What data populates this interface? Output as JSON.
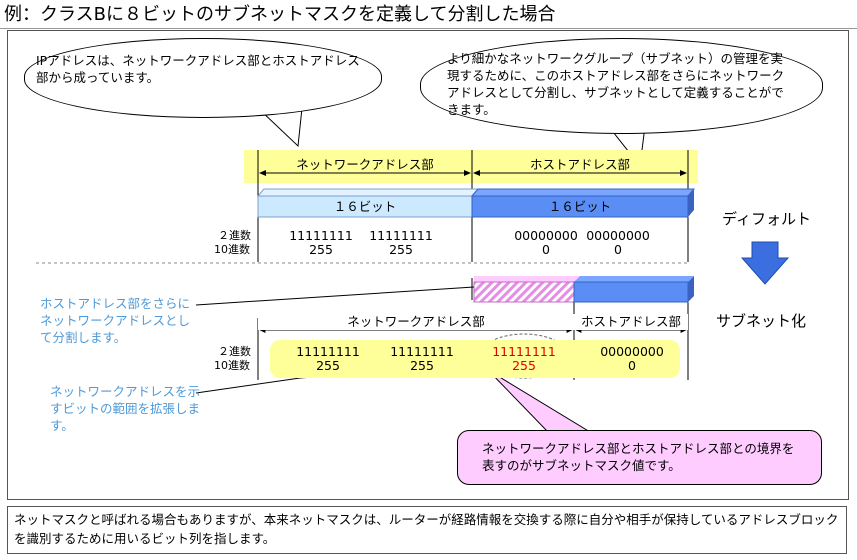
{
  "title": "例：クラスBに８ビットのサブネットマスクを定義して分割した場合",
  "bubble_left": "IPアドレスは、ネットワークアドレス部とホストアドレス部から成っています。",
  "bubble_right": "より細かなネットワークグループ（サブネット）の管理を実現するために、このホストアドレス部をさらにネットワークアドレスとして分割し、サブネットとして定義することができます。",
  "default_section": {
    "network_label": "ネットワークアドレス部",
    "host_label": "ホストアドレス部",
    "network_bits": "１６ビット",
    "host_bits": "１６ビット",
    "row_binary_label": "２進数",
    "row_decimal_label": "10進数",
    "binary": [
      "11111111",
      "11111111",
      "00000000",
      "00000000"
    ],
    "decimal": [
      "255",
      "255",
      "0",
      "0"
    ],
    "side_label": "ディフォルト"
  },
  "subnet_section": {
    "network_label": "ネットワークアドレス部",
    "host_label": "ホストアドレス部",
    "row_binary_label": "２進数",
    "row_decimal_label": "10進数",
    "binary": [
      "11111111",
      "11111111",
      "11111111",
      "00000000"
    ],
    "decimal": [
      "255",
      "255",
      "255",
      "0"
    ],
    "side_label": "サブネット化"
  },
  "note_host_split": "ホストアドレス部をさらにネットワークアドレスとして分割します。",
  "note_extend": "ネットワークアドレスを示すビットの範囲を拡張します。",
  "bubble_pink": "ネットワークアドレス部とホストアドレス部との境界を表すのがサブネットマスク値です。",
  "footer": "ネットマスクと呼ばれる場合もありますが、本来ネットマスクは、ルーターが経路情報を交換する際に自分や相手が保持しているアドレスブロックを識別するために用いるビット列を指します。",
  "colors": {
    "yellow_band": "#ffff99",
    "light_blue": "#cce9ff",
    "blue": "#5b8ef5",
    "pink": "#ffccff",
    "red": "#e00000",
    "note_blue": "#4f9ad8"
  }
}
